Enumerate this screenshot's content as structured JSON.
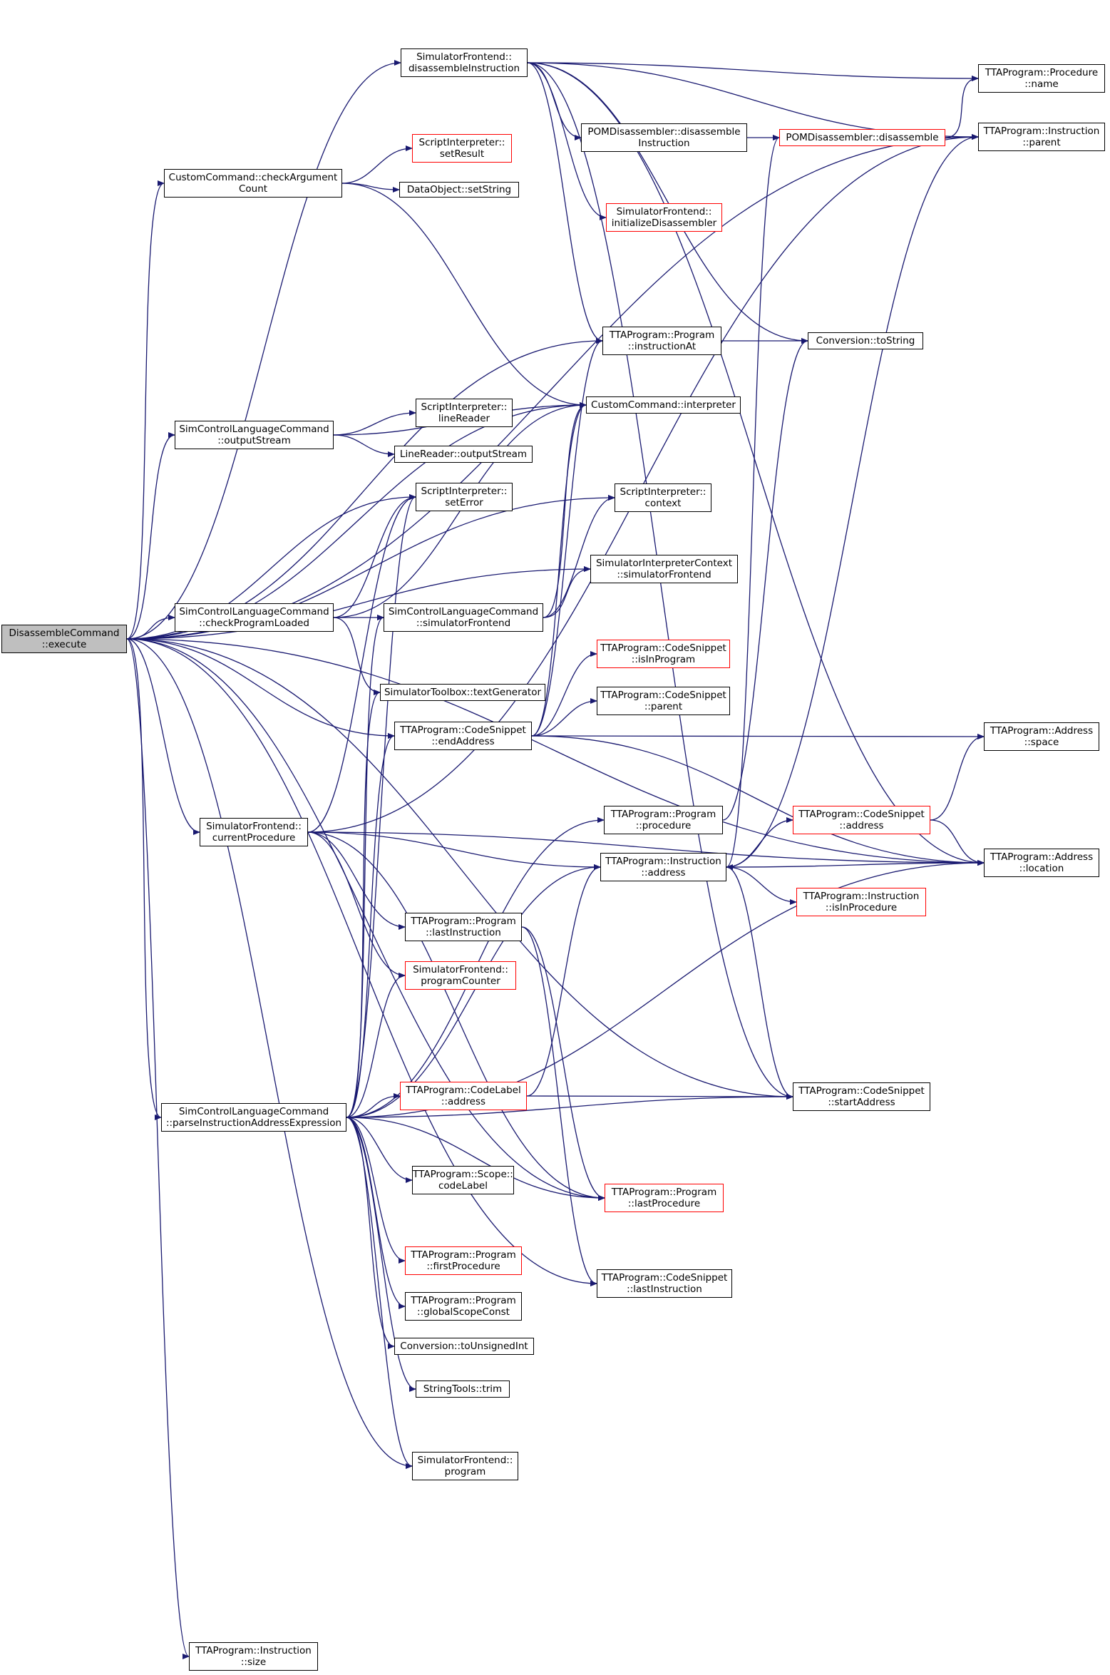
{
  "colors": {
    "edge": "#191970",
    "node_border": "#000000",
    "node_border_incomplete": "#ff0000",
    "root_fill": "#bfbfbf"
  },
  "nodes": [
    {
      "id": "n0",
      "lines": [
        "DisassembleCommand",
        "::execute"
      ],
      "style": "root"
    },
    {
      "id": "n1",
      "lines": [
        "SimulatorFrontend::",
        "disassembleInstruction"
      ],
      "style": "normal"
    },
    {
      "id": "n2",
      "lines": [
        "CustomCommand::checkArgument",
        "Count"
      ],
      "style": "normal"
    },
    {
      "id": "n3",
      "lines": [
        "ScriptInterpreter::",
        "setResult"
      ],
      "style": "red"
    },
    {
      "id": "n4",
      "lines": [
        "DataObject::setString"
      ],
      "style": "normal"
    },
    {
      "id": "n5",
      "lines": [
        "POMDisassembler::disassemble",
        "Instruction"
      ],
      "style": "normal"
    },
    {
      "id": "n6",
      "lines": [
        "POMDisassembler::disassemble"
      ],
      "style": "red"
    },
    {
      "id": "n7",
      "lines": [
        "TTAProgram::Procedure",
        "::name"
      ],
      "style": "normal"
    },
    {
      "id": "n8",
      "lines": [
        "TTAProgram::Instruction",
        "::parent"
      ],
      "style": "normal"
    },
    {
      "id": "n9",
      "lines": [
        "SimulatorFrontend::",
        "initializeDisassembler"
      ],
      "style": "red"
    },
    {
      "id": "n10",
      "lines": [
        "TTAProgram::Program",
        "::instructionAt"
      ],
      "style": "normal"
    },
    {
      "id": "n11",
      "lines": [
        "Conversion::toString"
      ],
      "style": "normal"
    },
    {
      "id": "n12",
      "lines": [
        "SimControlLanguageCommand",
        "::outputStream"
      ],
      "style": "normal"
    },
    {
      "id": "n13",
      "lines": [
        "ScriptInterpreter::",
        "lineReader"
      ],
      "style": "normal"
    },
    {
      "id": "n14",
      "lines": [
        "CustomCommand::interpreter"
      ],
      "style": "normal"
    },
    {
      "id": "n15",
      "lines": [
        "LineReader::outputStream"
      ],
      "style": "normal"
    },
    {
      "id": "n16",
      "lines": [
        "ScriptInterpreter::",
        "setError"
      ],
      "style": "normal"
    },
    {
      "id": "n17",
      "lines": [
        "ScriptInterpreter::",
        "context"
      ],
      "style": "normal"
    },
    {
      "id": "n18",
      "lines": [
        "SimulatorInterpreterContext",
        "::simulatorFrontend"
      ],
      "style": "normal"
    },
    {
      "id": "n19",
      "lines": [
        "SimControlLanguageCommand",
        "::checkProgramLoaded"
      ],
      "style": "normal"
    },
    {
      "id": "n20",
      "lines": [
        "SimControlLanguageCommand",
        "::simulatorFrontend"
      ],
      "style": "normal"
    },
    {
      "id": "n21",
      "lines": [
        "TTAProgram::CodeSnippet",
        "::isInProgram"
      ],
      "style": "red"
    },
    {
      "id": "n22",
      "lines": [
        "SimulatorToolbox::textGenerator"
      ],
      "style": "normal"
    },
    {
      "id": "n23",
      "lines": [
        "TTAProgram::CodeSnippet",
        "::parent"
      ],
      "style": "normal"
    },
    {
      "id": "n24",
      "lines": [
        "TTAProgram::CodeSnippet",
        "::endAddress"
      ],
      "style": "normal"
    },
    {
      "id": "n25",
      "lines": [
        "TTAProgram::Address",
        "::space"
      ],
      "style": "normal"
    },
    {
      "id": "n26",
      "lines": [
        "SimulatorFrontend::",
        "currentProcedure"
      ],
      "style": "normal"
    },
    {
      "id": "n27",
      "lines": [
        "TTAProgram::Program",
        "::procedure"
      ],
      "style": "normal"
    },
    {
      "id": "n28",
      "lines": [
        "TTAProgram::CodeSnippet",
        "::address"
      ],
      "style": "red"
    },
    {
      "id": "n29",
      "lines": [
        "TTAProgram::Instruction",
        "::address"
      ],
      "style": "normal"
    },
    {
      "id": "n30",
      "lines": [
        "TTAProgram::Address",
        "::location"
      ],
      "style": "normal"
    },
    {
      "id": "n31",
      "lines": [
        "TTAProgram::Instruction",
        "::isInProcedure"
      ],
      "style": "red"
    },
    {
      "id": "n32",
      "lines": [
        "TTAProgram::Program",
        "::lastInstruction"
      ],
      "style": "normal"
    },
    {
      "id": "n33",
      "lines": [
        "SimulatorFrontend::",
        "programCounter"
      ],
      "style": "red"
    },
    {
      "id": "n34",
      "lines": [
        "SimControlLanguageCommand",
        "::parseInstructionAddressExpression"
      ],
      "style": "normal"
    },
    {
      "id": "n35",
      "lines": [
        "TTAProgram::CodeLabel",
        "::address"
      ],
      "style": "red"
    },
    {
      "id": "n36",
      "lines": [
        "TTAProgram::CodeSnippet",
        "::startAddress"
      ],
      "style": "normal"
    },
    {
      "id": "n37",
      "lines": [
        "TTAProgram::Scope::",
        "codeLabel"
      ],
      "style": "normal"
    },
    {
      "id": "n38",
      "lines": [
        "TTAProgram::Program",
        "::lastProcedure"
      ],
      "style": "red"
    },
    {
      "id": "n39",
      "lines": [
        "TTAProgram::Program",
        "::firstProcedure"
      ],
      "style": "red"
    },
    {
      "id": "n40",
      "lines": [
        "TTAProgram::CodeSnippet",
        "::lastInstruction"
      ],
      "style": "normal"
    },
    {
      "id": "n41",
      "lines": [
        "TTAProgram::Program",
        "::globalScopeConst"
      ],
      "style": "normal"
    },
    {
      "id": "n42",
      "lines": [
        "Conversion::toUnsignedInt"
      ],
      "style": "normal"
    },
    {
      "id": "n43",
      "lines": [
        "StringTools::trim"
      ],
      "style": "normal"
    },
    {
      "id": "n44",
      "lines": [
        "SimulatorFrontend::",
        "program"
      ],
      "style": "normal"
    },
    {
      "id": "n45",
      "lines": [
        "TTAProgram::Instruction",
        "::size"
      ],
      "style": "normal"
    }
  ],
  "edges": [
    [
      "n0",
      "n1"
    ],
    [
      "n0",
      "n2"
    ],
    [
      "n0",
      "n8"
    ],
    [
      "n0",
      "n10"
    ],
    [
      "n0",
      "n12"
    ],
    [
      "n0",
      "n14"
    ],
    [
      "n0",
      "n16"
    ],
    [
      "n0",
      "n17"
    ],
    [
      "n0",
      "n19"
    ],
    [
      "n0",
      "n18"
    ],
    [
      "n0",
      "n24"
    ],
    [
      "n0",
      "n26"
    ],
    [
      "n0",
      "n34"
    ],
    [
      "n0",
      "n44"
    ],
    [
      "n0",
      "n38"
    ],
    [
      "n0",
      "n40"
    ],
    [
      "n0",
      "n30"
    ],
    [
      "n0",
      "n36"
    ],
    [
      "n0",
      "n45"
    ],
    [
      "n1",
      "n7"
    ],
    [
      "n1",
      "n8"
    ],
    [
      "n1",
      "n5"
    ],
    [
      "n1",
      "n9"
    ],
    [
      "n1",
      "n11"
    ],
    [
      "n1",
      "n10"
    ],
    [
      "n1",
      "n36"
    ],
    [
      "n1",
      "n30"
    ],
    [
      "n2",
      "n3"
    ],
    [
      "n2",
      "n4"
    ],
    [
      "n2",
      "n14"
    ],
    [
      "n5",
      "n6"
    ],
    [
      "n6",
      "n8"
    ],
    [
      "n6",
      "n7"
    ],
    [
      "n10",
      "n11"
    ],
    [
      "n12",
      "n13"
    ],
    [
      "n12",
      "n15"
    ],
    [
      "n12",
      "n14"
    ],
    [
      "n19",
      "n16"
    ],
    [
      "n19",
      "n20"
    ],
    [
      "n19",
      "n22"
    ],
    [
      "n19",
      "n14"
    ],
    [
      "n20",
      "n14"
    ],
    [
      "n20",
      "n17"
    ],
    [
      "n20",
      "n18"
    ],
    [
      "n24",
      "n21"
    ],
    [
      "n24",
      "n23"
    ],
    [
      "n24",
      "n25"
    ],
    [
      "n24",
      "n30"
    ],
    [
      "n24",
      "n14"
    ],
    [
      "n24",
      "n10"
    ],
    [
      "n26",
      "n8"
    ],
    [
      "n26",
      "n16"
    ],
    [
      "n26",
      "n29"
    ],
    [
      "n26",
      "n32"
    ],
    [
      "n26",
      "n33"
    ],
    [
      "n26",
      "n30"
    ],
    [
      "n26",
      "n38"
    ],
    [
      "n27",
      "n11"
    ],
    [
      "n28",
      "n25"
    ],
    [
      "n28",
      "n30"
    ],
    [
      "n28",
      "n29"
    ],
    [
      "n29",
      "n30"
    ],
    [
      "n29",
      "n28"
    ],
    [
      "n29",
      "n31"
    ],
    [
      "n29",
      "n8"
    ],
    [
      "n29",
      "n36"
    ],
    [
      "n29",
      "n6"
    ],
    [
      "n32",
      "n38"
    ],
    [
      "n32",
      "n40"
    ],
    [
      "n34",
      "n35"
    ],
    [
      "n34",
      "n36"
    ],
    [
      "n34",
      "n37"
    ],
    [
      "n34",
      "n38"
    ],
    [
      "n34",
      "n39"
    ],
    [
      "n34",
      "n41"
    ],
    [
      "n34",
      "n42"
    ],
    [
      "n34",
      "n43"
    ],
    [
      "n34",
      "n44"
    ],
    [
      "n34",
      "n33"
    ],
    [
      "n34",
      "n24"
    ],
    [
      "n34",
      "n22"
    ],
    [
      "n34",
      "n20"
    ],
    [
      "n34",
      "n16"
    ],
    [
      "n34",
      "n27"
    ],
    [
      "n34",
      "n29"
    ],
    [
      "n34",
      "n30"
    ],
    [
      "n35",
      "n36"
    ],
    [
      "n35",
      "n29"
    ]
  ]
}
